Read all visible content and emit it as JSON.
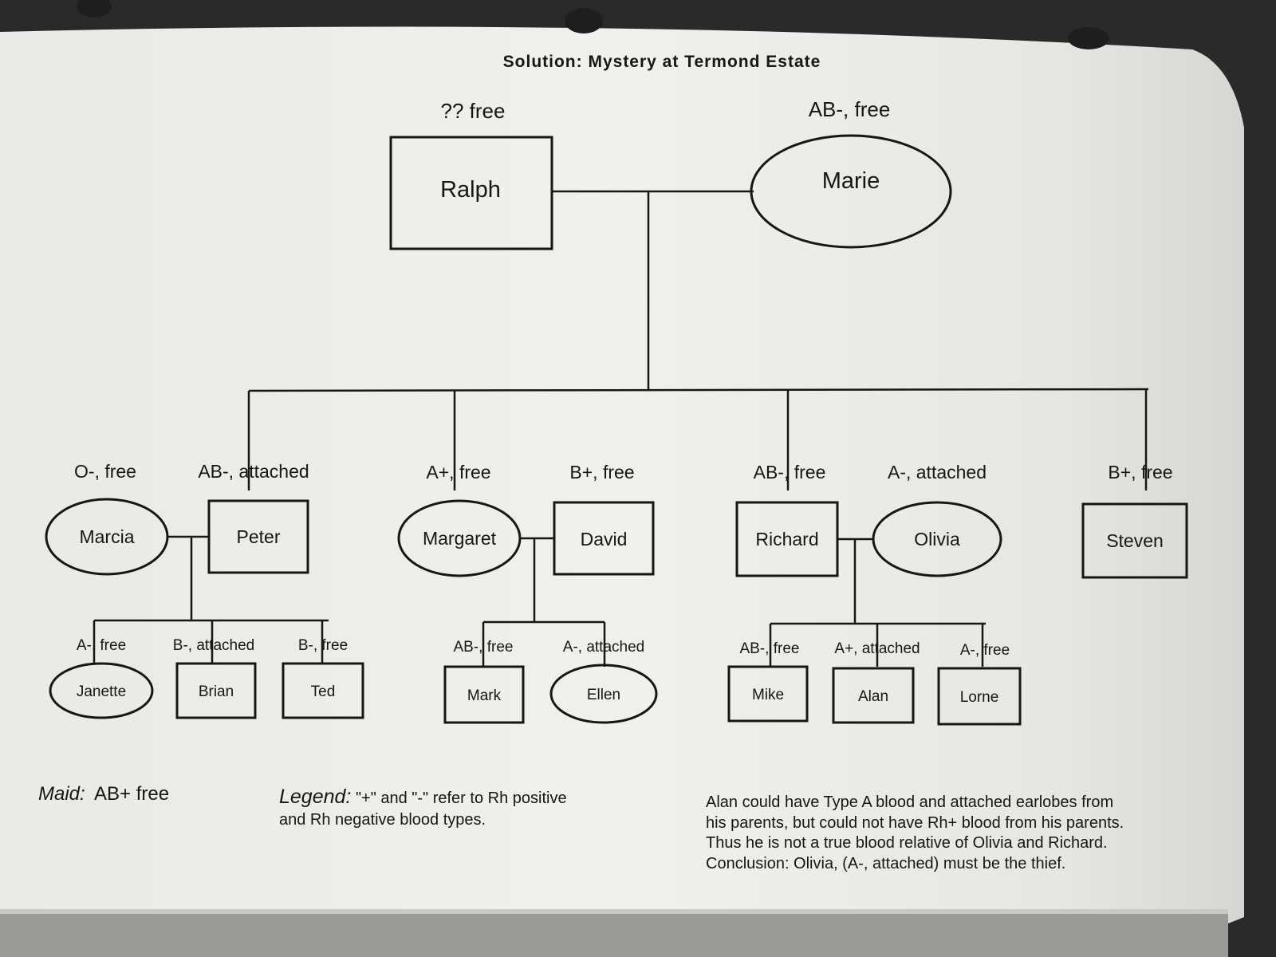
{
  "title": "Solution: Mystery at Termond Estate",
  "colors": {
    "ink": "#161616",
    "paper": "#eeeeea",
    "background": "#2a2a2a"
  },
  "people": {
    "ralph": {
      "name": "Ralph",
      "info": "?? free",
      "shape": "rect"
    },
    "marie": {
      "name": "Marie",
      "info": "AB-, free",
      "shape": "ellipse"
    },
    "marcia": {
      "name": "Marcia",
      "info": "O-, free",
      "shape": "ellipse"
    },
    "peter": {
      "name": "Peter",
      "info": "AB-, attached",
      "shape": "rect"
    },
    "margaret": {
      "name": "Margaret",
      "info": "A+, free",
      "shape": "ellipse"
    },
    "david": {
      "name": "David",
      "info": "B+, free",
      "shape": "rect"
    },
    "richard": {
      "name": "Richard",
      "info": "AB-, free",
      "shape": "rect"
    },
    "olivia": {
      "name": "Olivia",
      "info": "A-, attached",
      "shape": "ellipse"
    },
    "steven": {
      "name": "Steven",
      "info": "B+, free",
      "shape": "rect"
    },
    "janette": {
      "name": "Janette",
      "info": "A-, free",
      "shape": "ellipse"
    },
    "brian": {
      "name": "Brian",
      "info": "B-, attached",
      "shape": "rect"
    },
    "ted": {
      "name": "Ted",
      "info": "B-, free",
      "shape": "rect"
    },
    "mark": {
      "name": "Mark",
      "info": "AB-, free",
      "shape": "rect"
    },
    "ellen": {
      "name": "Ellen",
      "info": "A-, attached",
      "shape": "ellipse"
    },
    "mike": {
      "name": "Mike",
      "info": "AB-, free",
      "shape": "rect"
    },
    "alan": {
      "name": "Alan",
      "info": "A+, attached",
      "shape": "rect"
    },
    "lorne": {
      "name": "Lorne",
      "info": "A-, free",
      "shape": "rect"
    }
  },
  "maid": {
    "label": "Maid:",
    "value": "AB+  free"
  },
  "legend": {
    "label": "Legend:",
    "line1": " \"+\" and \"-\" refer to Rh positive",
    "line2": "and Rh negative blood types."
  },
  "conclusion": {
    "lines": [
      "Alan could have Type A blood and attached earlobes from",
      "his parents, but could not have Rh+ blood from his parents.",
      "Thus he is not a true blood relative of Olivia and Richard.",
      "Conclusion: Olivia, (A-, attached) must be the thief."
    ]
  }
}
